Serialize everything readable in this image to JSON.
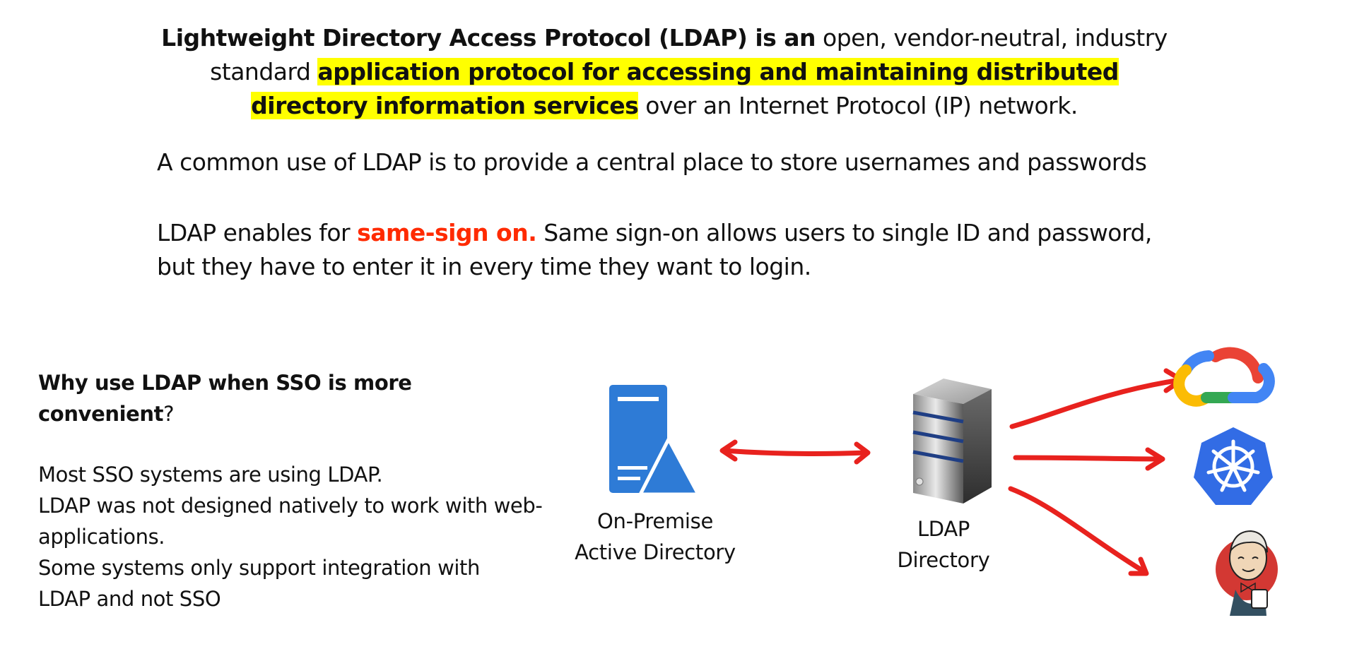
{
  "intro": {
    "part1": "Lightweight Directory Access Protocol (LDAP) is an",
    "part2": " open, vendor-neutral, industry standard ",
    "highlight": "application protocol for accessing and maintaining distributed directory information services",
    "part3": " over an Internet Protocol (IP) network."
  },
  "common_use": "A common use of LDAP is to provide a central place to store usernames and passwords",
  "same_sign_on": {
    "prefix": "LDAP enables for ",
    "emphasis": "same-sign on.",
    "suffix": " Same sign-on allows users to single ID and password, but they have to enter it in every time they want to login."
  },
  "why": {
    "question_bold": "Why use LDAP when SSO is more convenient",
    "question_mark": "?",
    "answers": [
      "Most SSO systems are using LDAP.",
      "LDAP was not designed natively to work with web-applications.",
      "Some systems only support integration with LDAP and not SSO"
    ]
  },
  "diagram": {
    "ad_caption": [
      "On-Premise",
      "Active Directory"
    ],
    "ldap_caption": [
      "LDAP",
      "Directory"
    ],
    "targets": [
      "google-cloud-icon",
      "kubernetes-icon",
      "jenkins-icon"
    ],
    "colors": {
      "arrow": "#e8221e",
      "ad_blue": "#2e7bd6",
      "k8s_blue": "#326ce5",
      "highlight": "#ffff00",
      "emphasis": "#ff2a00"
    }
  }
}
